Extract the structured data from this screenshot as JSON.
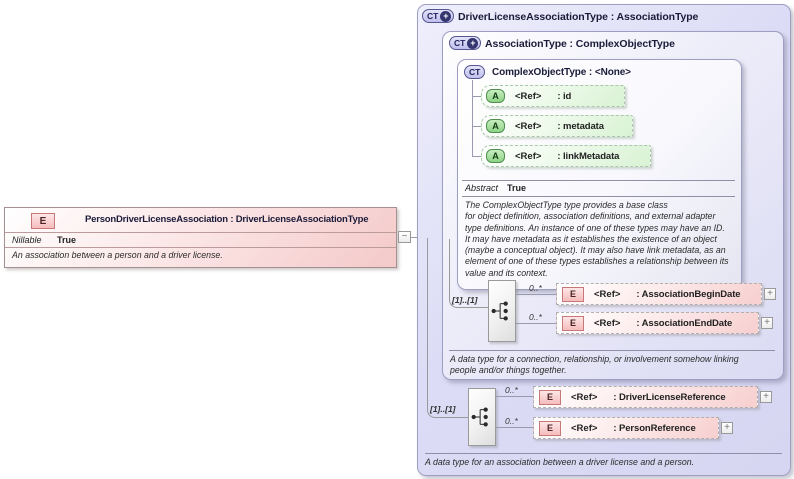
{
  "icons": {
    "collapse": "−",
    "expand": "+",
    "ct_plus": "+"
  },
  "left_element": {
    "badge": "E",
    "title": "PersonDriverLicenseAssociation : DriverLicenseAssociationType",
    "nillable_label": "Nillable",
    "nillable_value": "True",
    "description": "An association between a person and a driver license."
  },
  "driver_license_association_type": {
    "badge": "CT",
    "title": "DriverLicenseAssociationType : AssociationType",
    "sequence": {
      "cardinality": "[1]..[1]",
      "elements": [
        {
          "badge": "E",
          "occurs": "0..*",
          "ref_label": "<Ref>",
          "name": ": DriverLicenseReference"
        },
        {
          "badge": "E",
          "occurs": "0..*",
          "ref_label": "<Ref>",
          "name": ": PersonReference"
        }
      ]
    },
    "description": "A data type for an association between a driver license and a person."
  },
  "association_type": {
    "badge": "CT",
    "title": "AssociationType : ComplexObjectType",
    "sequence": {
      "cardinality": "[1]..[1]",
      "elements": [
        {
          "badge": "E",
          "occurs": "0..*",
          "ref_label": "<Ref>",
          "name": ": AssociationBeginDate"
        },
        {
          "badge": "E",
          "occurs": "0..*",
          "ref_label": "<Ref>",
          "name": ": AssociationEndDate"
        }
      ]
    },
    "description": "A data type for a connection, relationship, or involvement somehow linking\npeople and/or things together."
  },
  "complex_object_type": {
    "badge": "CT",
    "title": "ComplexObjectType : <None>",
    "attributes": [
      {
        "badge": "A",
        "ref_label": "<Ref>",
        "name": ": id"
      },
      {
        "badge": "A",
        "ref_label": "<Ref>",
        "name": ": metadata"
      },
      {
        "badge": "A",
        "ref_label": "<Ref>",
        "name": ": linkMetadata"
      }
    ],
    "abstract_label": "Abstract",
    "abstract_value": "True",
    "description": "The ComplexObjectType type provides a base class\nfor object definition, association definitions, and external adapter\ntype definitions. An instance of one of these types may have an ID.\nIt may have metadata as it establishes the existence of an object\n(maybe a conceptual object). It may also have link metadata, as an\nelement of one of these types establishes a relationship between its\nvalue and its context."
  }
}
